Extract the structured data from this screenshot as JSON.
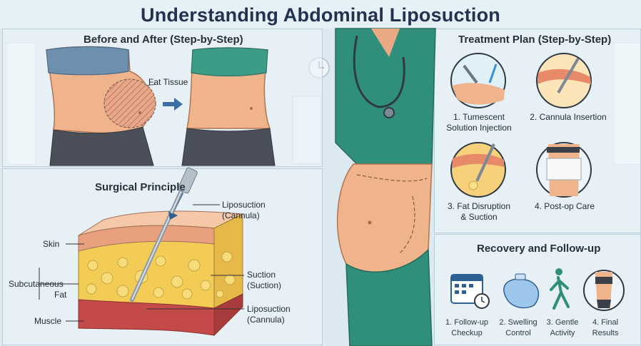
{
  "title": "Understanding Abdominal Liposuction",
  "before_after": {
    "heading": "Before and After (Step-by-Step)",
    "fat_label": "Fat Tissue"
  },
  "surgical": {
    "heading": "Surgical Principle",
    "labels": {
      "cannula_top": "Liposuction",
      "cannula_top_sub": "(Cannula)",
      "skin": "Skin",
      "subcut_1": "Subcutaneous",
      "subcut_2": "Fat",
      "suction": "Suction",
      "suction_sub": "(Suction)",
      "cannula_bottom": "Liposuction",
      "cannula_bottom_sub": "(Cannula)",
      "muscle": "Muscle"
    }
  },
  "treatment": {
    "heading": "Treatment Plan (Step-by-Step)",
    "steps": [
      {
        "line1": "1. Tumescent",
        "line2": "Solution Injection",
        "icon": "syringe-injection-icon"
      },
      {
        "line1": "2. Cannula Insertion",
        "line2": "",
        "icon": "cannula-insertion-icon"
      },
      {
        "line1": "3. Fat Disruption",
        "line2": "& Suction",
        "icon": "fat-suction-icon"
      },
      {
        "line1": "4. Post-op Care",
        "line2": "",
        "icon": "compression-garment-icon"
      }
    ]
  },
  "recovery": {
    "heading": "Recovery and Follow-up",
    "items": [
      {
        "line1": "1. Follow-up",
        "line2": "Checkup",
        "icon": "calendar-clock-icon"
      },
      {
        "line1": "2. Swelling",
        "line2": "Control",
        "icon": "ice-pack-icon"
      },
      {
        "line1": "3. Gentle",
        "line2": "Activity",
        "icon": "walking-person-icon"
      },
      {
        "line1": "4. Final",
        "line2": "Results",
        "icon": "slim-torso-icon"
      }
    ]
  },
  "colors": {
    "scrubs": "#2f8f7a",
    "skin": "#f0b48c",
    "fat": "#f2cc55",
    "muscle": "#c44a4a",
    "title": "#22334f"
  }
}
